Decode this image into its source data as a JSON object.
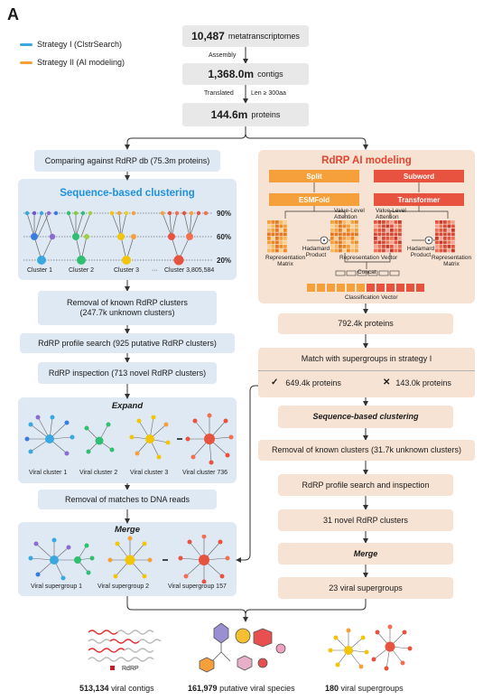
{
  "panel_label": "A",
  "legend": [
    {
      "label": "Strategy I (ClstrSearch)",
      "color": "#3aa8e0"
    },
    {
      "label": "Strategy II (AI modeling)",
      "color": "#f5a03a"
    }
  ],
  "top": {
    "metatranscriptomes": {
      "num": "10,487",
      "text": "metatranscriptomes"
    },
    "assembly": "Assembly",
    "contigs": {
      "num": "1,368.0m",
      "text": "contigs"
    },
    "translated": "Translated",
    "len": "Len ≥ 300aa",
    "proteins": {
      "num": "144.6m",
      "text": "proteins"
    }
  },
  "left": {
    "compare": "Comparing against RdRP db (75.3m proteins)",
    "seq_title": "Sequence-based clustering",
    "pct90": "90%",
    "pct60": "60%",
    "pct20": "20%",
    "cluster1": "Cluster 1",
    "cluster2": "Cluster 2",
    "cluster3": "Cluster 3",
    "dots": "···",
    "clusterN": "Cluster 3,805,584",
    "removal": "Removal of known RdRP clusters",
    "removal2": "(247.7k unknown clusters)",
    "profile": "RdRP profile search (925 putative RdRP clusters)",
    "inspection": "RdRP inspection (713 novel RdRP clusters)",
    "expand": "Expand",
    "vc1": "Viral cluster 1",
    "vc2": "Viral cluster 2",
    "vc3": "Viral cluster 3",
    "vcN": "Viral cluster 736",
    "removal_dna": "Removal of matches to DNA reads",
    "merge": "Merge",
    "vs1": "Viral supergroup 1",
    "vs2": "Viral supergroup 2",
    "vsN": "Viral supergroup 157"
  },
  "right": {
    "title": "RdRP AI modeling",
    "split": "Split",
    "subword": "Subword",
    "esmfold": "ESMFold",
    "transformer": "Transformer",
    "vla": "Value-Level Attention",
    "vla2": "Value-Level Attention",
    "hadamard": "Hadamard Product",
    "hadamard2": "Hadamard Product",
    "repmatrix": "Representation Matrix",
    "repmatrix2": "Representation Matrix",
    "repvector": "Representation Vector",
    "concat": "Concat",
    "classvector": "Classification Vector",
    "proteins792": "792.4k proteins",
    "match": "Match with supergroups in strategy I",
    "check_icon_text": "✓",
    "check_val": "649.4k proteins",
    "cross_icon_text": "✕",
    "cross_val": "143.0k proteins",
    "seq_clust": "Sequence-based clustering",
    "removal_known": "Removal of known clusters (31.7k unknown clusters)",
    "profile_insp": "RdRP profile search and inspection",
    "novel31": "31 novel RdRP clusters",
    "merge": "Merge",
    "super23": "23 viral supergroups"
  },
  "bottom": {
    "rdrp": "RdRP",
    "contigs_num": "513,134",
    "contigs_text": "viral contigs",
    "species_num": "161,979",
    "species_text": "putative viral species",
    "super_num": "180",
    "super_text": "viral supergroups"
  },
  "colors": {
    "blue_bg": "#dfe9f3",
    "peach_bg": "#f7e3d3",
    "gray_bg": "#e8e8e8",
    "orange": "#f5a03a",
    "red": "#e8533f",
    "title_blue": "#1e90e0",
    "title_red": "#e2442f"
  }
}
